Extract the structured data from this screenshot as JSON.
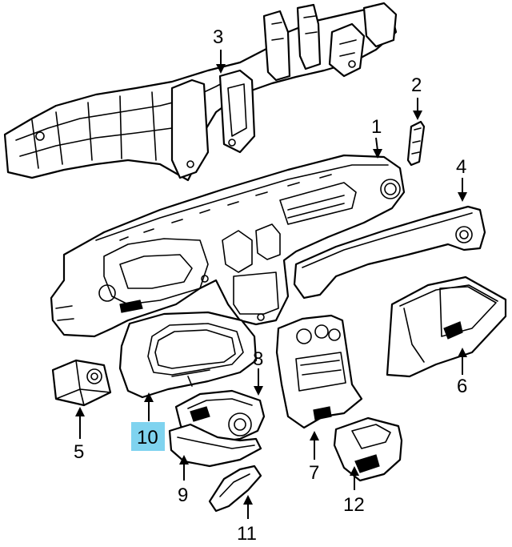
{
  "colors": {
    "highlight": "#7fd3ef",
    "ink": "#000000",
    "background": "#ffffff"
  },
  "callouts": [
    {
      "id": "1",
      "label": "1",
      "highlighted": false
    },
    {
      "id": "2",
      "label": "2",
      "highlighted": false
    },
    {
      "id": "3",
      "label": "3",
      "highlighted": false
    },
    {
      "id": "4",
      "label": "4",
      "highlighted": false
    },
    {
      "id": "5",
      "label": "5",
      "highlighted": false
    },
    {
      "id": "6",
      "label": "6",
      "highlighted": false
    },
    {
      "id": "7",
      "label": "7",
      "highlighted": false
    },
    {
      "id": "8",
      "label": "8",
      "highlighted": false
    },
    {
      "id": "9",
      "label": "9",
      "highlighted": false
    },
    {
      "id": "10",
      "label": "10",
      "highlighted": true
    },
    {
      "id": "11",
      "label": "11",
      "highlighted": false
    },
    {
      "id": "12",
      "label": "12",
      "highlighted": false
    }
  ]
}
